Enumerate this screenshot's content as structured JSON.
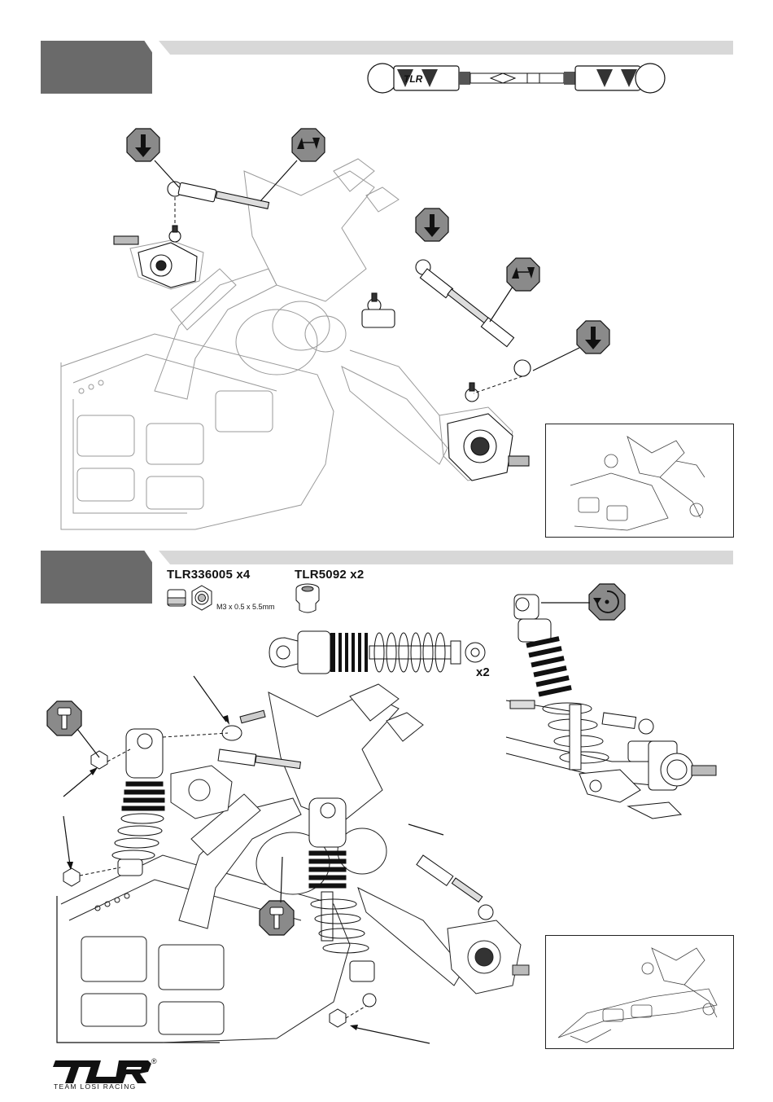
{
  "steps": [
    {
      "parts": []
    },
    {
      "parts": [
        {
          "code_qty": "TLR336005 x4",
          "spec": "M3 x 0.5 x 5.5mm"
        },
        {
          "code_qty": "TLR5092 x2"
        }
      ],
      "shock_qty": "x2"
    }
  ],
  "icons": [
    "install-arrow-icon",
    "adjust-length-icon",
    "rotate-icon",
    "screw-icon",
    "pivot-ball-icon"
  ],
  "brand": {
    "logo_text": "TLR",
    "tagline": "TEAM LOSI RACING",
    "registered": "®"
  },
  "colors": {
    "step_tab": "#6a6a6a",
    "step_bar": "#d8d8d8",
    "callout_fill": "#8a8a8a"
  }
}
